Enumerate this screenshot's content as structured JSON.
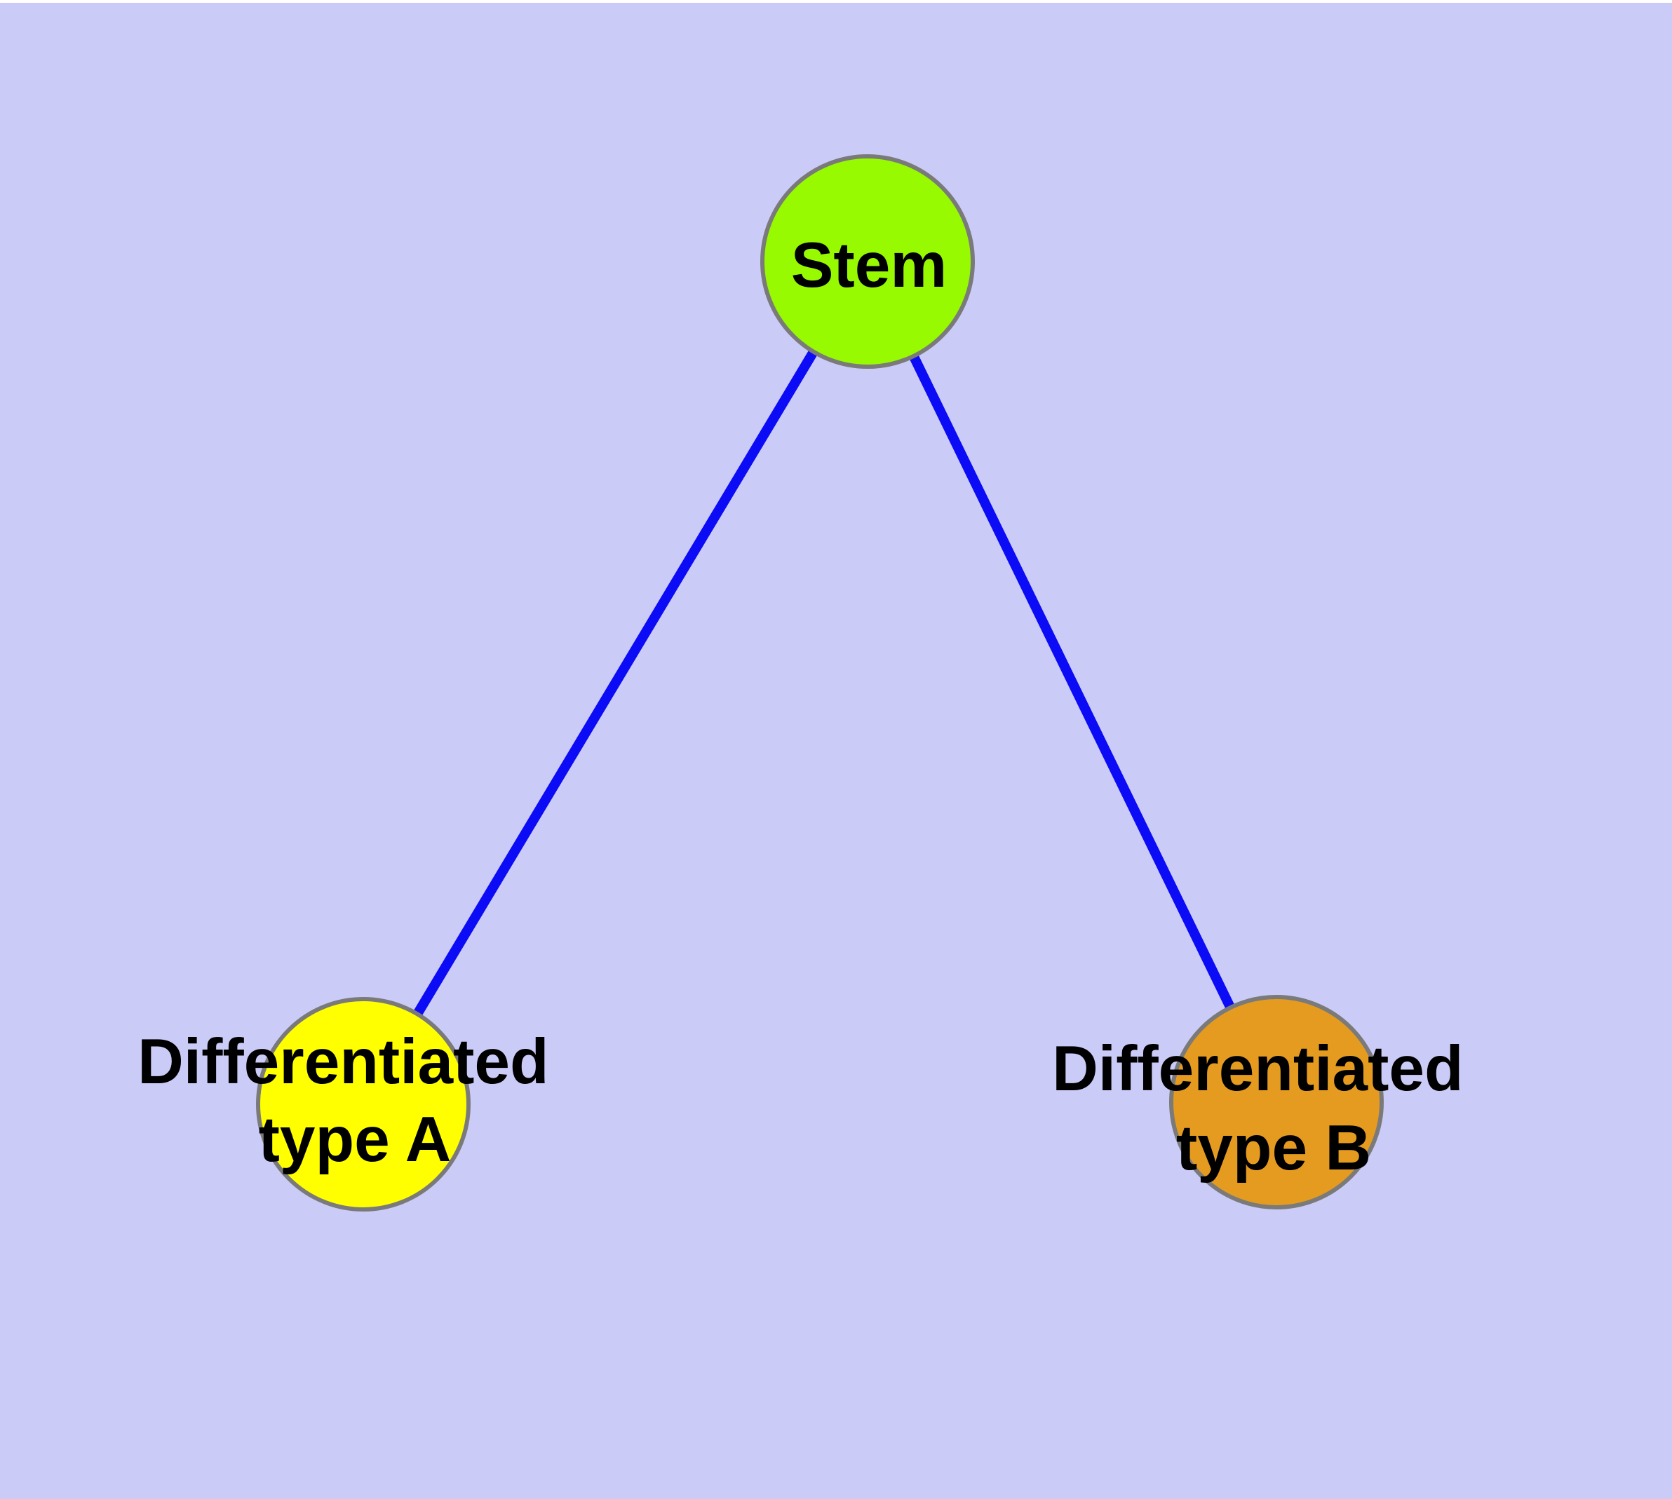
{
  "diagram": {
    "type": "node-link-graph",
    "background_color": "#cbcbf8",
    "top_margin_color": "#ffffff",
    "edge_color": "#0b0bf5",
    "node_border_color": "#7a7a7a",
    "label_color": "#000000",
    "nodes": [
      {
        "id": "stem",
        "label_lines": [
          "Stem"
        ],
        "color": "#97fa00"
      },
      {
        "id": "diff-a",
        "label_lines": [
          "Differentiated",
          "type A"
        ],
        "color": "#ffff00"
      },
      {
        "id": "diff-b",
        "label_lines": [
          "Differentiated",
          "type B"
        ],
        "color": "#e59b1f"
      }
    ],
    "edges": [
      {
        "from": "stem",
        "to": "diff-a"
      },
      {
        "from": "stem",
        "to": "diff-b"
      }
    ]
  }
}
